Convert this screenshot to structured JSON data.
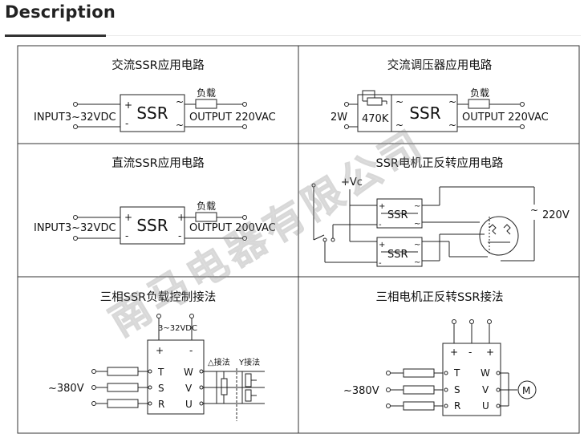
{
  "header": {
    "title": "Description"
  },
  "watermark": "南马电器有限公司",
  "panels": {
    "ac_ssr": {
      "title": "交流SSR应用电路",
      "input": "INPUT3~32VDC",
      "ssr": "SSR",
      "load": "负载",
      "output": "OUTPUT 220VAC",
      "plus": "+",
      "minus": "-",
      "tilde": "~"
    },
    "ac_reg": {
      "title": "交流调压器应用电路",
      "watt": "2W",
      "pot": "470K",
      "ssr": "SSR",
      "load": "负载",
      "output": "OUTPUT 220VAC",
      "tilde": "~"
    },
    "dc_ssr": {
      "title": "直流SSR应用电路",
      "input": "INPUT3~32VDC",
      "ssr": "SSR",
      "load": "负载",
      "output": "OUTPUT 200VAC",
      "plus": "+",
      "minus": "-"
    },
    "motor": {
      "title": "SSR电机正反转应用电路",
      "vc": "+Vc",
      "ssr": "SSR",
      "voltage": "220V",
      "plus": "+",
      "minus": "-",
      "tilde": "~"
    },
    "three_load": {
      "title": "三相SSR负载控制接法",
      "dc": "3~32VDC",
      "plus": "+",
      "minus": "-",
      "t": "T",
      "s": "S",
      "r": "R",
      "w": "W",
      "v": "V",
      "u": "U",
      "delta": "△接法",
      "y": "Y接法",
      "voltage": "~380V"
    },
    "three_motor": {
      "title": "三相电机正反转SSR接法",
      "plus": "+",
      "minus": "-",
      "t": "T",
      "s": "S",
      "r": "R",
      "w": "W",
      "v": "V",
      "u": "U",
      "motor": "M",
      "voltage": "~380V"
    }
  }
}
